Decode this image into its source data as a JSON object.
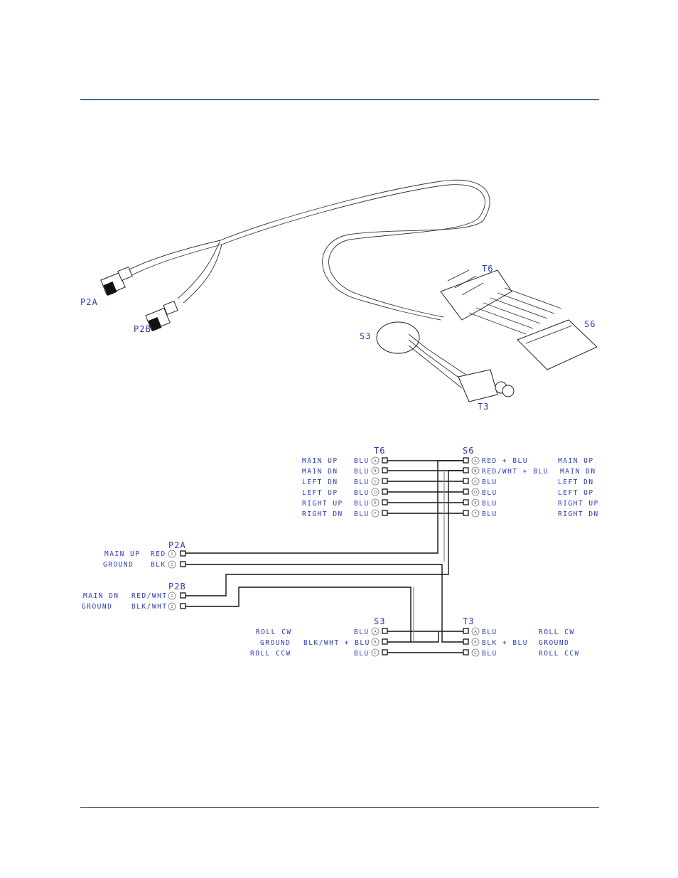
{
  "illustration": {
    "labels": {
      "p2a": "P2A",
      "p2b": "P2B",
      "t6": "T6",
      "s6": "S6",
      "s3": "S3",
      "t3": "T3"
    }
  },
  "schematic": {
    "t6_s6_group": {
      "t6_header": "T6",
      "s6_header": "S6",
      "rows": [
        {
          "left_label": "MAIN UP",
          "left_color": "BLU",
          "pin": "A",
          "right_color": "RED + BLU",
          "right_label": "MAIN UP"
        },
        {
          "left_label": "MAIN DN",
          "left_color": "BLU",
          "pin": "B",
          "right_color": "RED/WHT + BLU",
          "right_label": "MAIN DN"
        },
        {
          "left_label": "LEFT DN",
          "left_color": "BLU",
          "pin": "C",
          "right_color": "BLU",
          "right_label": "LEFT DN"
        },
        {
          "left_label": "LEFT UP",
          "left_color": "BLU",
          "pin": "D",
          "right_color": "BLU",
          "right_label": "LEFT UP"
        },
        {
          "left_label": "RIGHT UP",
          "left_color": "BLU",
          "pin": "E",
          "right_color": "BLU",
          "right_label": "RIGHT UP"
        },
        {
          "left_label": "RIGHT DN",
          "left_color": "BLU",
          "pin": "F",
          "right_color": "BLU",
          "right_label": "RIGHT DN"
        }
      ]
    },
    "p2a_group": {
      "header": "P2A",
      "rows": [
        {
          "label": "MAIN UP",
          "color": "RED",
          "pin": "1"
        },
        {
          "label": "GROUND",
          "color": "BLK",
          "pin": "2"
        }
      ]
    },
    "p2b_group": {
      "header": "P2B",
      "rows": [
        {
          "label": "MAIN DN",
          "color": "RED/WHT",
          "pin": "1"
        },
        {
          "label": "GROUND",
          "color": "BLK/WHT",
          "pin": "2"
        }
      ]
    },
    "s3_t3_group": {
      "s3_header": "S3",
      "t3_header": "T3",
      "rows": [
        {
          "left_label": "ROLL CW",
          "left_color": "BLU",
          "pin": "A",
          "right_color": "BLU",
          "right_label": "ROLL CW"
        },
        {
          "left_label": "GROUND",
          "left_color": "BLK/WHT + BLU",
          "pin": "B",
          "right_color": "BLK + BLU",
          "right_label": "GROUND"
        },
        {
          "left_label": "ROLL CCW",
          "left_color": "BLU",
          "pin": "C",
          "right_color": "BLU",
          "right_label": "ROLL CCW"
        }
      ]
    }
  }
}
